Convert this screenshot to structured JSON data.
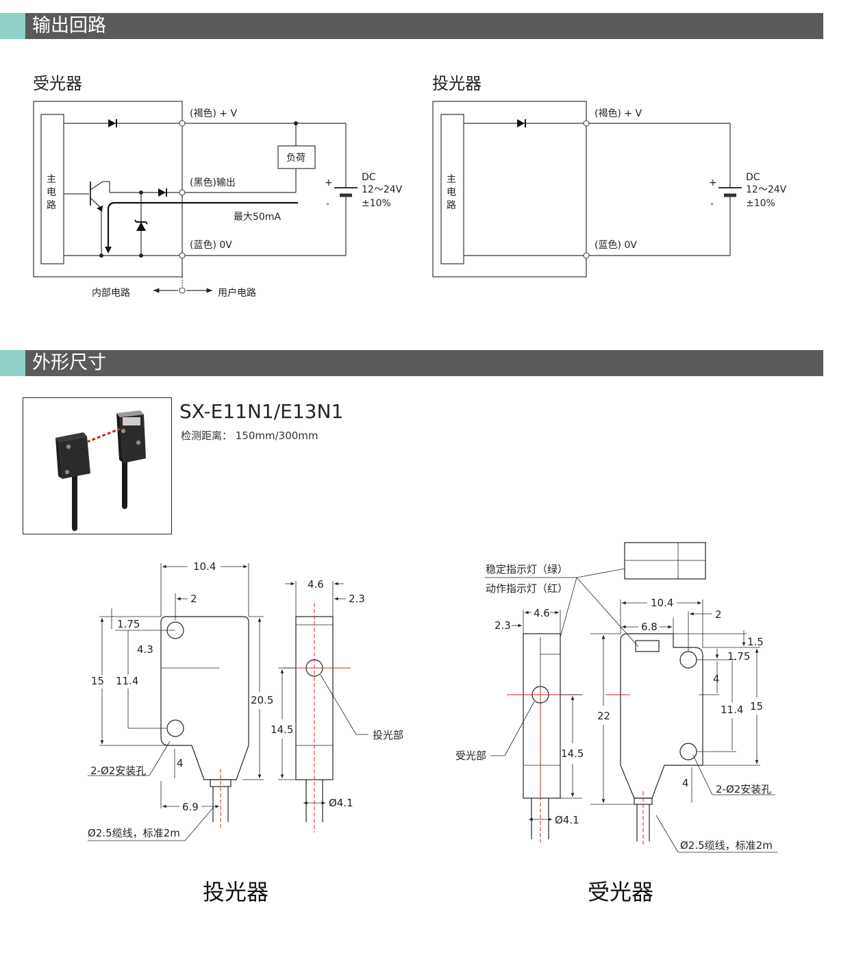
{
  "sections": {
    "circuit_title": "输出回路",
    "dimensions_title": "外形尺寸"
  },
  "receiver_circuit": {
    "title": "受光器",
    "main_circuit": [
      "主",
      "电",
      "路"
    ],
    "brown_label": "(褐色) + V",
    "black_label": "(黑色)输出",
    "blue_label": "(蓝色)  0V",
    "load": "负荷",
    "dc": "DC",
    "voltage": "12～24V",
    "tolerance": "±10%",
    "plus": "+",
    "minus": "-",
    "max_current": "最大50mA",
    "internal": "内部电路",
    "user": "用户电路"
  },
  "emitter_circuit": {
    "title": "投光器",
    "main_circuit": [
      "主",
      "电",
      "路"
    ],
    "brown_label": "(褐色) + V",
    "blue_label": "(蓝色)  0V",
    "dc": "DC",
    "voltage": "12～24V",
    "tolerance": "±10%",
    "plus": "+",
    "minus": "-"
  },
  "product": {
    "model": "SX-E11N1/E13N1",
    "detection": "检测距离：  150mm/300mm"
  },
  "emitter_drawing": {
    "width": "10.4",
    "hole_offset": "2",
    "hole_top": "1.75",
    "dim_4_3": "4.3",
    "dim_15": "15",
    "dim_11_4": "11.4",
    "dim_20_5": "20.5",
    "dim_4": "4",
    "dim_6_9": "6.9",
    "side_width": "4.6",
    "side_offset": "2.3",
    "dim_14_5": "14.5",
    "cable_dia": "Ø4.1",
    "emitter_part": "投光部",
    "mount_holes": "2-Ø2安装孔",
    "cable": "Ø2.5缆线，标准2m",
    "caption": "投光器"
  },
  "receiver_drawing": {
    "stable_led": "稳定指示灯（绿）",
    "action_led": "动作指示灯（红）",
    "side_width": "4.6",
    "side_offset": "2.3",
    "width": "10.4",
    "hole_offset": "2",
    "led_offset": "6.8",
    "dim_1_5": "1.5",
    "hole_top": "1.75",
    "dim_4_a": "4",
    "dim_11_4": "11.4",
    "dim_15": "15",
    "dim_22": "22",
    "dim_14_5": "14.5",
    "dim_4_b": "4",
    "cable_dia": "Ø4.1",
    "receiver_part": "受光部",
    "mount_holes": "2-Ø2安装孔",
    "cable": "Ø2.5缆线，标准2m",
    "caption": "受光器"
  },
  "colors": {
    "header_bar": "#5a5a59",
    "header_accent": "#8fd1c6",
    "center_line": "#e02020",
    "beam": "#e02020"
  }
}
